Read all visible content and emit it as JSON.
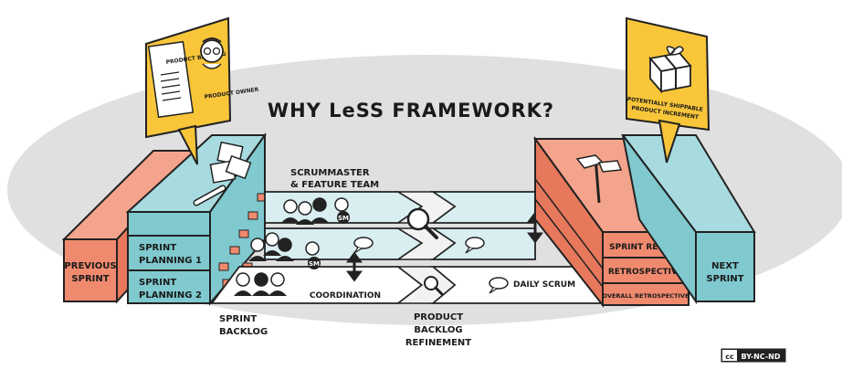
{
  "title": "WHY LeSS FRAMEWORK?",
  "product_backlog_sign": {
    "list_title": "PRODUCT BACKLOG",
    "owner_label": "PRODUCT OWNER"
  },
  "increment_sign": {
    "label_line1": "POTENTIALLY SHIPPABLE",
    "label_line2": "PRODUCT INCREMENT"
  },
  "left_blocks": {
    "previous_sprint": [
      "PREVIOUS",
      "SPRINT"
    ],
    "sprint_planning_1": [
      "SPRINT",
      "PLANNING 1"
    ],
    "sprint_planning_2": [
      "SPRINT",
      "PLANNING 2"
    ]
  },
  "right_blocks": {
    "sprint_review": "SPRINT REVIEW",
    "retrospective": "RETROSPECTIVE",
    "overall_retrospective": "OVERALL RETROSPECTIVE",
    "next_sprint": [
      "NEXT",
      "SPRINT"
    ]
  },
  "labels": {
    "scrummaster_team": [
      "SCRUMMASTER",
      "& FEATURE TEAM"
    ],
    "coordination": "COORDINATION",
    "daily_scrum": "DAILY SCRUM",
    "sprint_backlog": [
      "SPRINT",
      "BACKLOG"
    ],
    "refinement": [
      "PRODUCT",
      "BACKLOG",
      "REFINEMENT"
    ],
    "sm_badge": "SM"
  },
  "license": {
    "cc": "cc",
    "text": "BY-NC-ND"
  },
  "colors": {
    "salmon": "#f08a6e",
    "teal": "#7fc9cf",
    "light_teal": "#d8eef1",
    "ellipse": "#e0e0e0",
    "sign_yellow": "#f9c63a"
  }
}
